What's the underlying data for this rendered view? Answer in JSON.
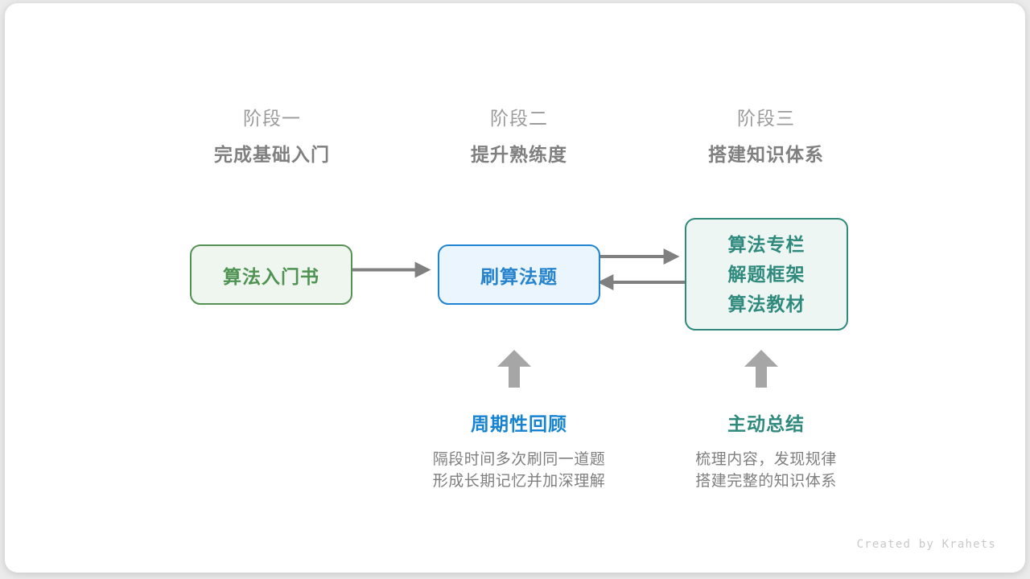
{
  "phases": [
    {
      "sub": "阶段一",
      "title": "完成基础入门"
    },
    {
      "sub": "阶段二",
      "title": "提升熟练度"
    },
    {
      "sub": "阶段三",
      "title": "搭建知识体系"
    }
  ],
  "nodes": {
    "book": {
      "label": "算法入门书",
      "color": "#4e9351",
      "border": "#559055",
      "fill": "#eff6ef"
    },
    "practice": {
      "label": "刷算法题",
      "color": "#2683ce",
      "border": "#1f84d1",
      "fill": "#eaf5fd"
    },
    "resources": {
      "lines": [
        "算法专栏",
        "解题框架",
        "算法教材"
      ],
      "color": "#2f8a7d",
      "border": "#2f8a7d",
      "fill": "#eef6f3"
    }
  },
  "arrows": {
    "color": "#808080",
    "book_to_practice": "算法入门书 → 刷算法题",
    "practice_to_resources": "刷算法题 → 算法专栏",
    "resources_to_practice": "算法专栏 → 刷算法题",
    "up_to_practice": "周期性回顾 ↑ 刷算法题",
    "up_to_resources": "主动总结 ↑ 算法专栏"
  },
  "annotations": [
    {
      "title": "周期性回顾",
      "color": "#1583d0",
      "desc": [
        "隔段时间多次刷同一道题",
        "形成长期记忆并加深理解"
      ]
    },
    {
      "title": "主动总结",
      "color": "#2f8a7d",
      "desc": [
        "梳理内容，发现规律",
        "搭建完整的知识体系"
      ]
    }
  ],
  "footer": {
    "credit": "Created by Krahets"
  }
}
